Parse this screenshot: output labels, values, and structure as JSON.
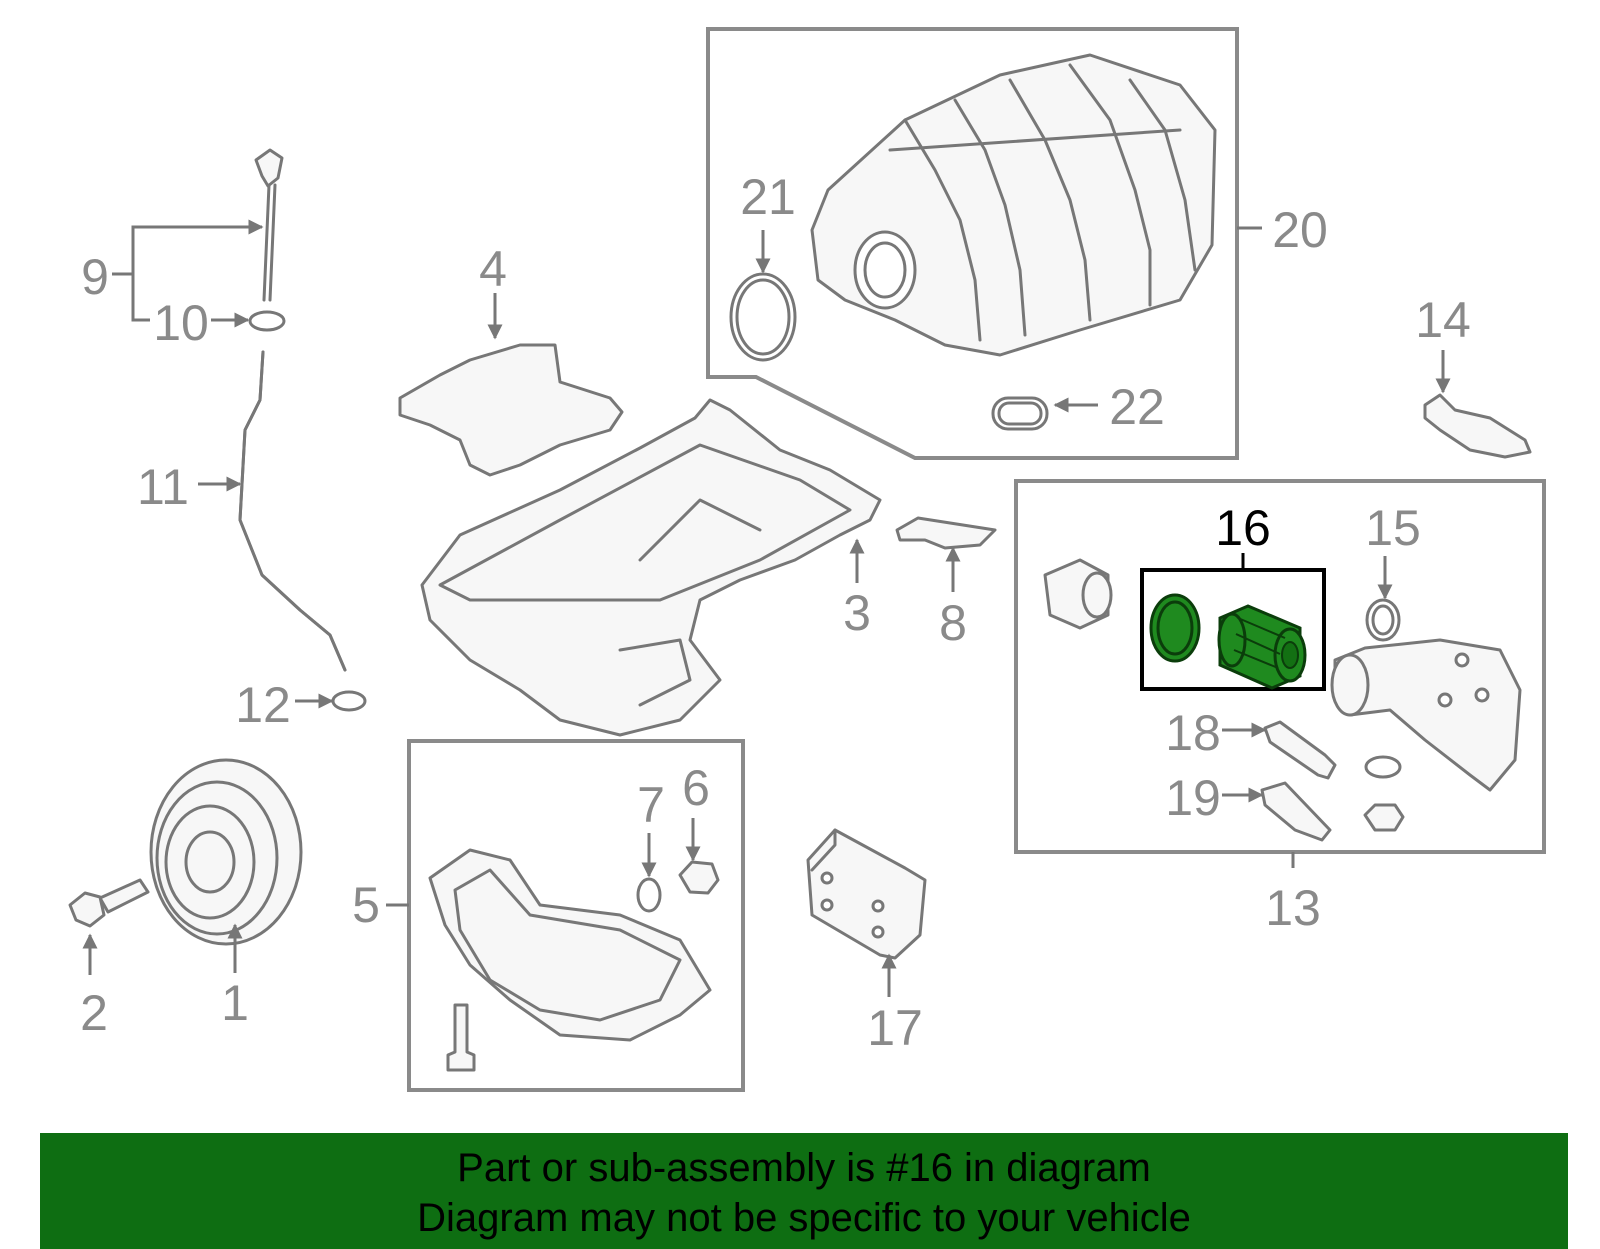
{
  "callouts": {
    "c1": "1",
    "c2": "2",
    "c3": "3",
    "c4": "4",
    "c5": "5",
    "c6": "6",
    "c7": "7",
    "c8": "8",
    "c9": "9",
    "c10": "10",
    "c11": "11",
    "c12": "12",
    "c13": "13",
    "c14": "14",
    "c15": "15",
    "c16": "16",
    "c17": "17",
    "c18": "18",
    "c19": "19",
    "c20": "20",
    "c21": "21",
    "c22": "22"
  },
  "highlight": {
    "part_number": "16",
    "color": "#1f8a1f"
  },
  "banner": {
    "line1": "Part or sub-assembly is #16 in diagram",
    "line2": "Diagram may not be specific to your vehicle",
    "background": "#0e6e12"
  }
}
